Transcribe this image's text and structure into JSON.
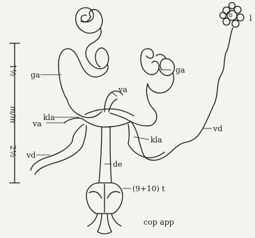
{
  "scale": {
    "upper": "1½",
    "middle": "m/m",
    "lower": "2½"
  },
  "labels": {
    "ga_left": "ga",
    "ga_right": "ga",
    "va_top": "va",
    "va_left": "va",
    "kla_left": "kla",
    "kla_right": "kla",
    "vd_left": "vd",
    "vd_right": "vd",
    "de": "de",
    "segment": "(9+10) t",
    "cop": "cop app",
    "edge": "l"
  }
}
